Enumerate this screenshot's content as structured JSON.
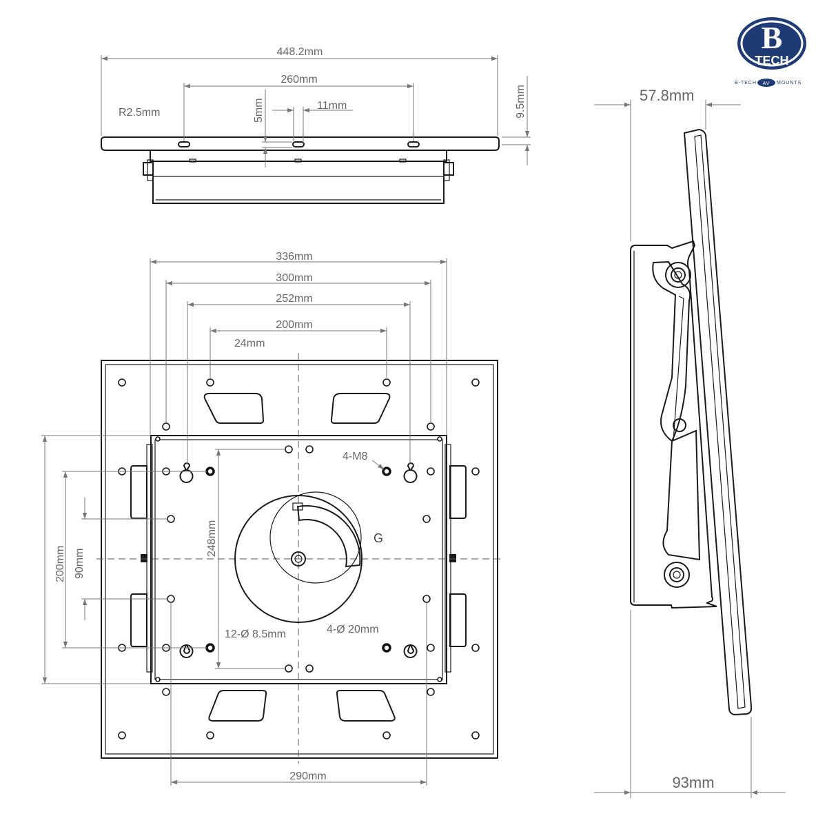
{
  "brand": {
    "logo_letter": "B",
    "logo_word": "TECH",
    "tagline_left": "B-TECH",
    "tagline_mid": "AV",
    "tagline_right": "MOUNTS",
    "colors": {
      "navy": "#1f3b73",
      "line": "#1a1a1a",
      "dimension": "#777777"
    }
  },
  "top_view": {
    "overall_width": "448.2mm",
    "slot_spacing": "260mm",
    "corner_radius": "R2.5mm",
    "slot_height": "5mm",
    "slot_width": "11mm",
    "plate_thickness": "9.5mm"
  },
  "front_view": {
    "width_336": "336mm",
    "width_300": "300mm",
    "width_252": "252mm",
    "width_200": "200mm",
    "offset_24": "24mm",
    "height_248": "248mm",
    "height_200": "200mm",
    "height_90": "90mm",
    "bottom_290": "290mm",
    "bolt_label": "4-M8",
    "centre_label": "G",
    "holes_85": "12-Ø 8.5mm",
    "holes_20": "4-Ø 20mm"
  },
  "side_view": {
    "top_depth": "57.8mm",
    "bottom_depth": "93mm"
  }
}
